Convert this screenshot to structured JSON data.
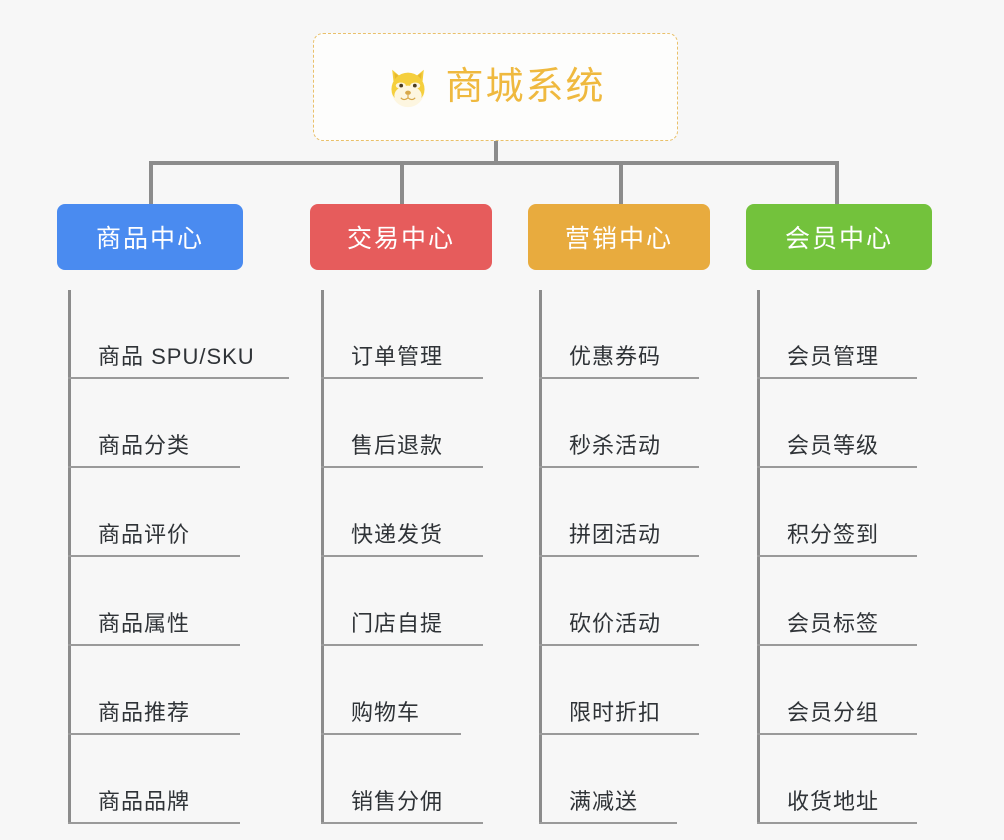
{
  "root": {
    "title": "商城系统",
    "icon": "shiba-dog-face-emoji",
    "border_color": "#e9c06a",
    "text_color": "#efb93f"
  },
  "connector": {
    "color": "#8c8c8c"
  },
  "columns": [
    {
      "header": "商品中心",
      "color": "#4a8bf0",
      "items": [
        "商品 SPU/SKU",
        "商品分类",
        "商品评价",
        "商品属性",
        "商品推荐",
        "商品品牌"
      ]
    },
    {
      "header": "交易中心",
      "color": "#e65c5c",
      "items": [
        "订单管理",
        "售后退款",
        "快递发货",
        "门店自提",
        "购物车",
        "销售分佣"
      ]
    },
    {
      "header": "营销中心",
      "color": "#e8ab3e",
      "items": [
        "优惠券码",
        "秒杀活动",
        "拼团活动",
        "砍价活动",
        "限时折扣",
        "满减送"
      ]
    },
    {
      "header": "会员中心",
      "color": "#73c23c",
      "items": [
        "会员管理",
        "会员等级",
        "积分签到",
        "会员标签",
        "会员分组",
        "收货地址"
      ]
    }
  ]
}
